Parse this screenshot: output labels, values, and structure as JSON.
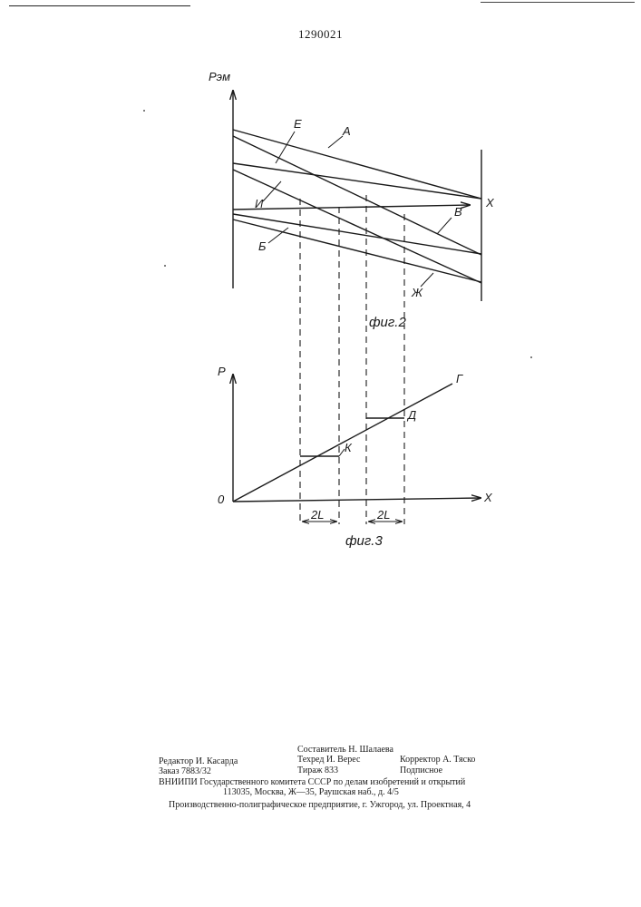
{
  "document": {
    "number": "1290021"
  },
  "figure2": {
    "caption": "фиг.2",
    "y_axis_label": "Рэм",
    "x_axis_label": "Х",
    "line_labels": {
      "A": "А",
      "E": "Е",
      "I": "И",
      "V": "В",
      "B": "Б",
      "Zh": "Ж"
    }
  },
  "figure3": {
    "caption": "фиг.3",
    "y_axis_label": "Р",
    "x_axis_label": "Х",
    "origin_label": "0",
    "line_label_G": "Г",
    "step_label_D": "Д",
    "step_label_K": "К",
    "interval_label_1": "2L",
    "interval_label_2": "2L"
  },
  "imprint": {
    "compiler": "Составитель Н. Шалаева",
    "editor": "Редактор И. Касарда",
    "techred": "Техред И. Верес",
    "corrector": "Корректор А. Тяско",
    "order": "Заказ 7883/32",
    "circulation": "Тираж  833",
    "subscription": "Подписное",
    "org": "ВНИИПИ Государственного комитета СССР по делам изобретений и открытий",
    "address": "113035, Москва,  Ж—35,  Раушская  наб.,  д.  4/5",
    "printer": "Производственно-полиграфическое предприятие, г. Ужгород, ул. Проектная, 4"
  },
  "colors": {
    "ink": "#1a1a1a",
    "paper": "#ffffff"
  }
}
